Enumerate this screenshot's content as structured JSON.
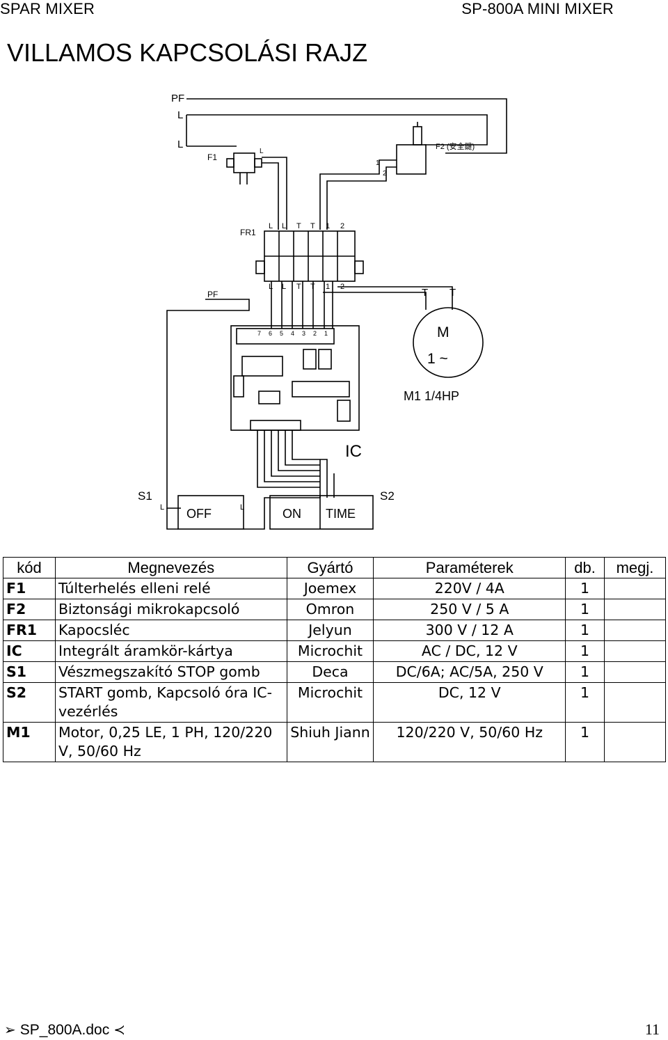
{
  "header": {
    "left": "SPAR MIXER",
    "right": "SP-800A MINI MIXER"
  },
  "page_title": "VILLAMOS KAPCSOLÁSI RAJZ",
  "diagram": {
    "labels": {
      "pf_top": "PF",
      "l_top1": "L",
      "l_top2": "L",
      "f1": "F1",
      "f1_l": "L",
      "f2": "F2 (安全鍵)",
      "f2_1": "1",
      "f2_2": "2",
      "fr1": "FR1",
      "terminal_top": [
        "L",
        "L",
        "T",
        "T",
        "1",
        "2"
      ],
      "terminal_bottom": [
        "L",
        "L",
        "T",
        "T",
        "1",
        "2"
      ],
      "pf_mid": "PF",
      "motor_t1": "T",
      "motor_t2": "T",
      "motor_m": "M",
      "motor_phase": "1 ~",
      "motor_rating": "M1  1/4HP",
      "board_pins": [
        "7",
        "6",
        "5",
        "4",
        "3",
        "2",
        "1"
      ],
      "ic": "IC",
      "s1": "S1",
      "s1_l1": "L",
      "s1_l2": "L",
      "s2": "S2",
      "off": "OFF",
      "on": "ON",
      "time": "TIME"
    }
  },
  "table": {
    "headers": [
      "kód",
      "Megnevezés",
      "Gyártó",
      "Paraméterek",
      "db.",
      "megj."
    ],
    "rows": [
      {
        "code": "F1",
        "name": "Túlterhelés elleni relé",
        "maker": "Joemex",
        "param": "220V / 4A",
        "qty": "1",
        "note": ""
      },
      {
        "code": "F2",
        "name": "Biztonsági mikrokapcsoló",
        "maker": "Omron",
        "param": "250 V / 5 A",
        "qty": "1",
        "note": ""
      },
      {
        "code": "FR1",
        "name": "Kapocsléc",
        "maker": "Jelyun",
        "param": "300 V / 12 A",
        "qty": "1",
        "note": ""
      },
      {
        "code": "IC",
        "name": "Integrált áramkör-kártya",
        "maker": "Microchit",
        "param": "AC / DC, 12 V",
        "qty": "1",
        "note": ""
      },
      {
        "code": "S1",
        "name": "Vészmegszakító STOP gomb",
        "maker": "Deca",
        "param": "DC/6A; AC/5A, 250 V",
        "qty": "1",
        "note": ""
      },
      {
        "code": "S2",
        "name": "START gomb, Kapcsoló óra IC-vezérlés",
        "maker": "Microchit",
        "param": "DC, 12 V",
        "qty": "1",
        "note": ""
      },
      {
        "code": "M1",
        "name": "Motor, 0,25 LE, 1 PH, 120/220 V, 50/60 Hz",
        "maker": "Shiuh Jiann",
        "param": "120/220 V, 50/60 Hz",
        "qty": "1",
        "note": ""
      }
    ]
  },
  "footer": {
    "filename": "SP_800A.doc",
    "page": "11",
    "left_icon": "arrow-right-icon",
    "right_icon": "arrow-left-icon"
  }
}
